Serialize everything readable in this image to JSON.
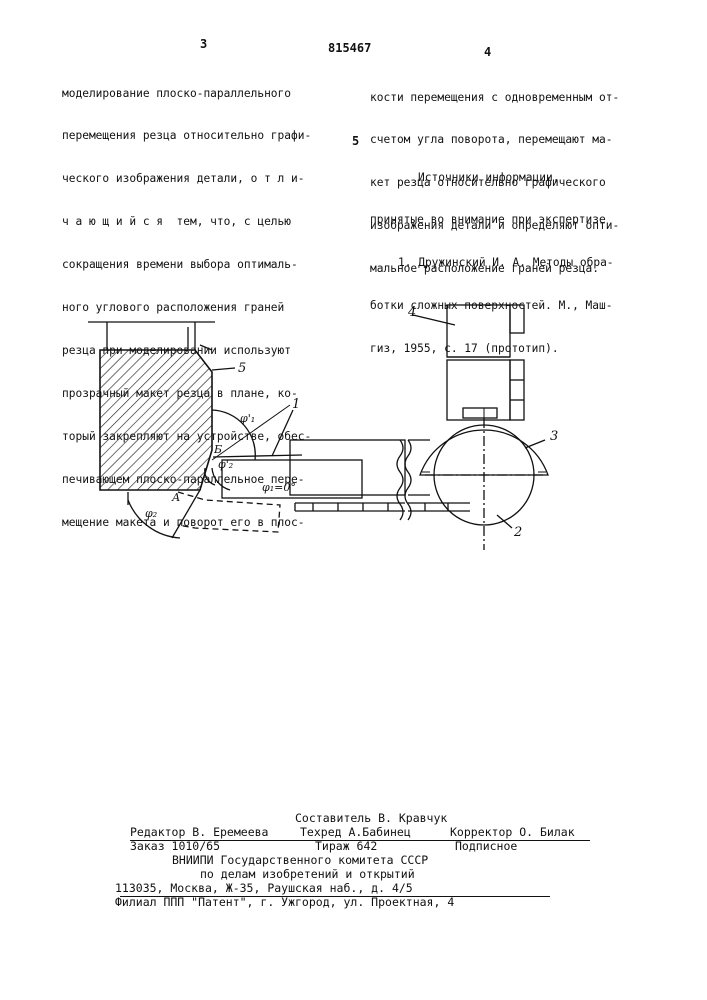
{
  "header": {
    "page_left": "3",
    "doc_number": "815467",
    "page_right": "4"
  },
  "left_column": [
    "моделирование плоско-параллельного",
    "перемещения резца относительно графи-",
    "ческого изображения детали, о т л и-",
    "ч а ю щ и й с я  тем, что, с целью",
    "сокращения времени выбора оптималь-",
    "ного углового расположения граней",
    "резца при моделировании используют",
    "прозрачный макет резца в плане, ко-",
    "торый закрепляют на устройстве, обес-",
    "печивающем плоско-параллельное пере-",
    "мещение макета и поворот его в плос-"
  ],
  "right_column": [
    "кости перемещения с одновременным от-",
    "счетом угла поворота, перемещают ма-",
    "кет резца относительно графического",
    "изображения детали и определяют опти-",
    "мальное расположение граней резца."
  ],
  "line_marker": "5",
  "sources": {
    "heading": "Источники информации,",
    "subheading": "принятые во внимание при экспертизе",
    "items": [
      "1. Дружинский И. А. Методы обра-",
      "ботки сложных поверхностей. М., Маш-",
      "гиз, 1955, с. 17 (прототип)."
    ]
  },
  "figure_labels": {
    "label_1": "1",
    "label_2": "2",
    "label_3": "3",
    "label_4": "4",
    "label_5": "5",
    "point_a": "А",
    "point_b": "Б",
    "phi1_prime": "φ'₁",
    "phi2_prime": "φ'₂",
    "phi2": "φ₂",
    "phi1_zero": "φ₁=0°"
  },
  "footer": {
    "compiler": "Составитель В. Кравчук",
    "editor": "Редактор В. Еремеева",
    "techred": "Техред А.Бабинец",
    "corrector": "Корректор О. Билак",
    "order": "Заказ 1010/65",
    "circulation": "Тираж 642",
    "subscription": "Подписное",
    "org1": "ВНИИПИ Государственного комитета СССР",
    "org2": "по делам изобретений и открытий",
    "address": "113035, Москва, Ж-35, Раушская наб., д. 4/5",
    "branch": "Филиал ППП \"Патент\", г. Ужгород, ул. Проектная, 4"
  }
}
